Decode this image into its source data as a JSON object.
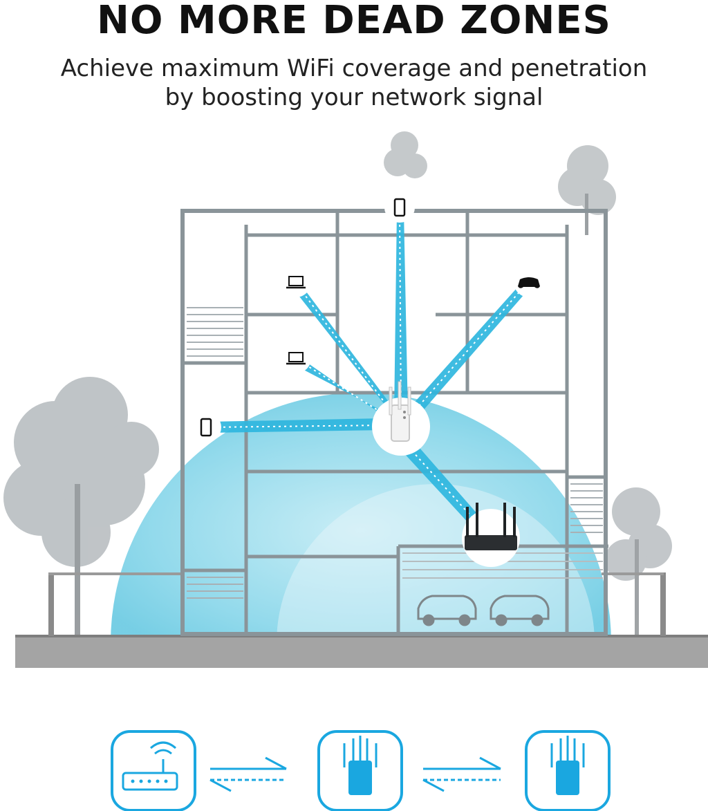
{
  "headline": "NO MORE DEAD ZONES",
  "subline": {
    "line1": "Achieve maximum WiFi coverage and penetration",
    "line2": "by boosting your network signal"
  },
  "colors": {
    "coverage": "#6fd0e6",
    "beam": "#2fb6de",
    "icon_blue": "#1aa7e0",
    "building_line": "#8a9499",
    "ground": "#9a9a9a"
  },
  "devices": [
    {
      "name": "phone-icon"
    },
    {
      "name": "laptop-icon"
    },
    {
      "name": "laptop-icon"
    },
    {
      "name": "phone-icon"
    },
    {
      "name": "gamepad-icon"
    }
  ],
  "flow_icons": [
    "router-icon",
    "arrows-icon",
    "extender-icon",
    "arrows-icon",
    "extender-icon"
  ]
}
